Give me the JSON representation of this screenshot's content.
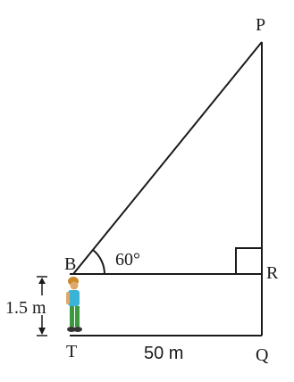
{
  "diagram": {
    "points": {
      "P": "P",
      "B": "B",
      "R": "R",
      "T": "T",
      "Q": "Q"
    },
    "angle_label": "60°",
    "height_label": "1.5 m",
    "distance_label": "50 m",
    "colors": {
      "line": "#1a1a1a",
      "person_shirt": "#3ab3d6",
      "person_pants": "#3b9a3f",
      "person_skin": "#e0a86a",
      "person_hair": "#c98a2c"
    }
  }
}
